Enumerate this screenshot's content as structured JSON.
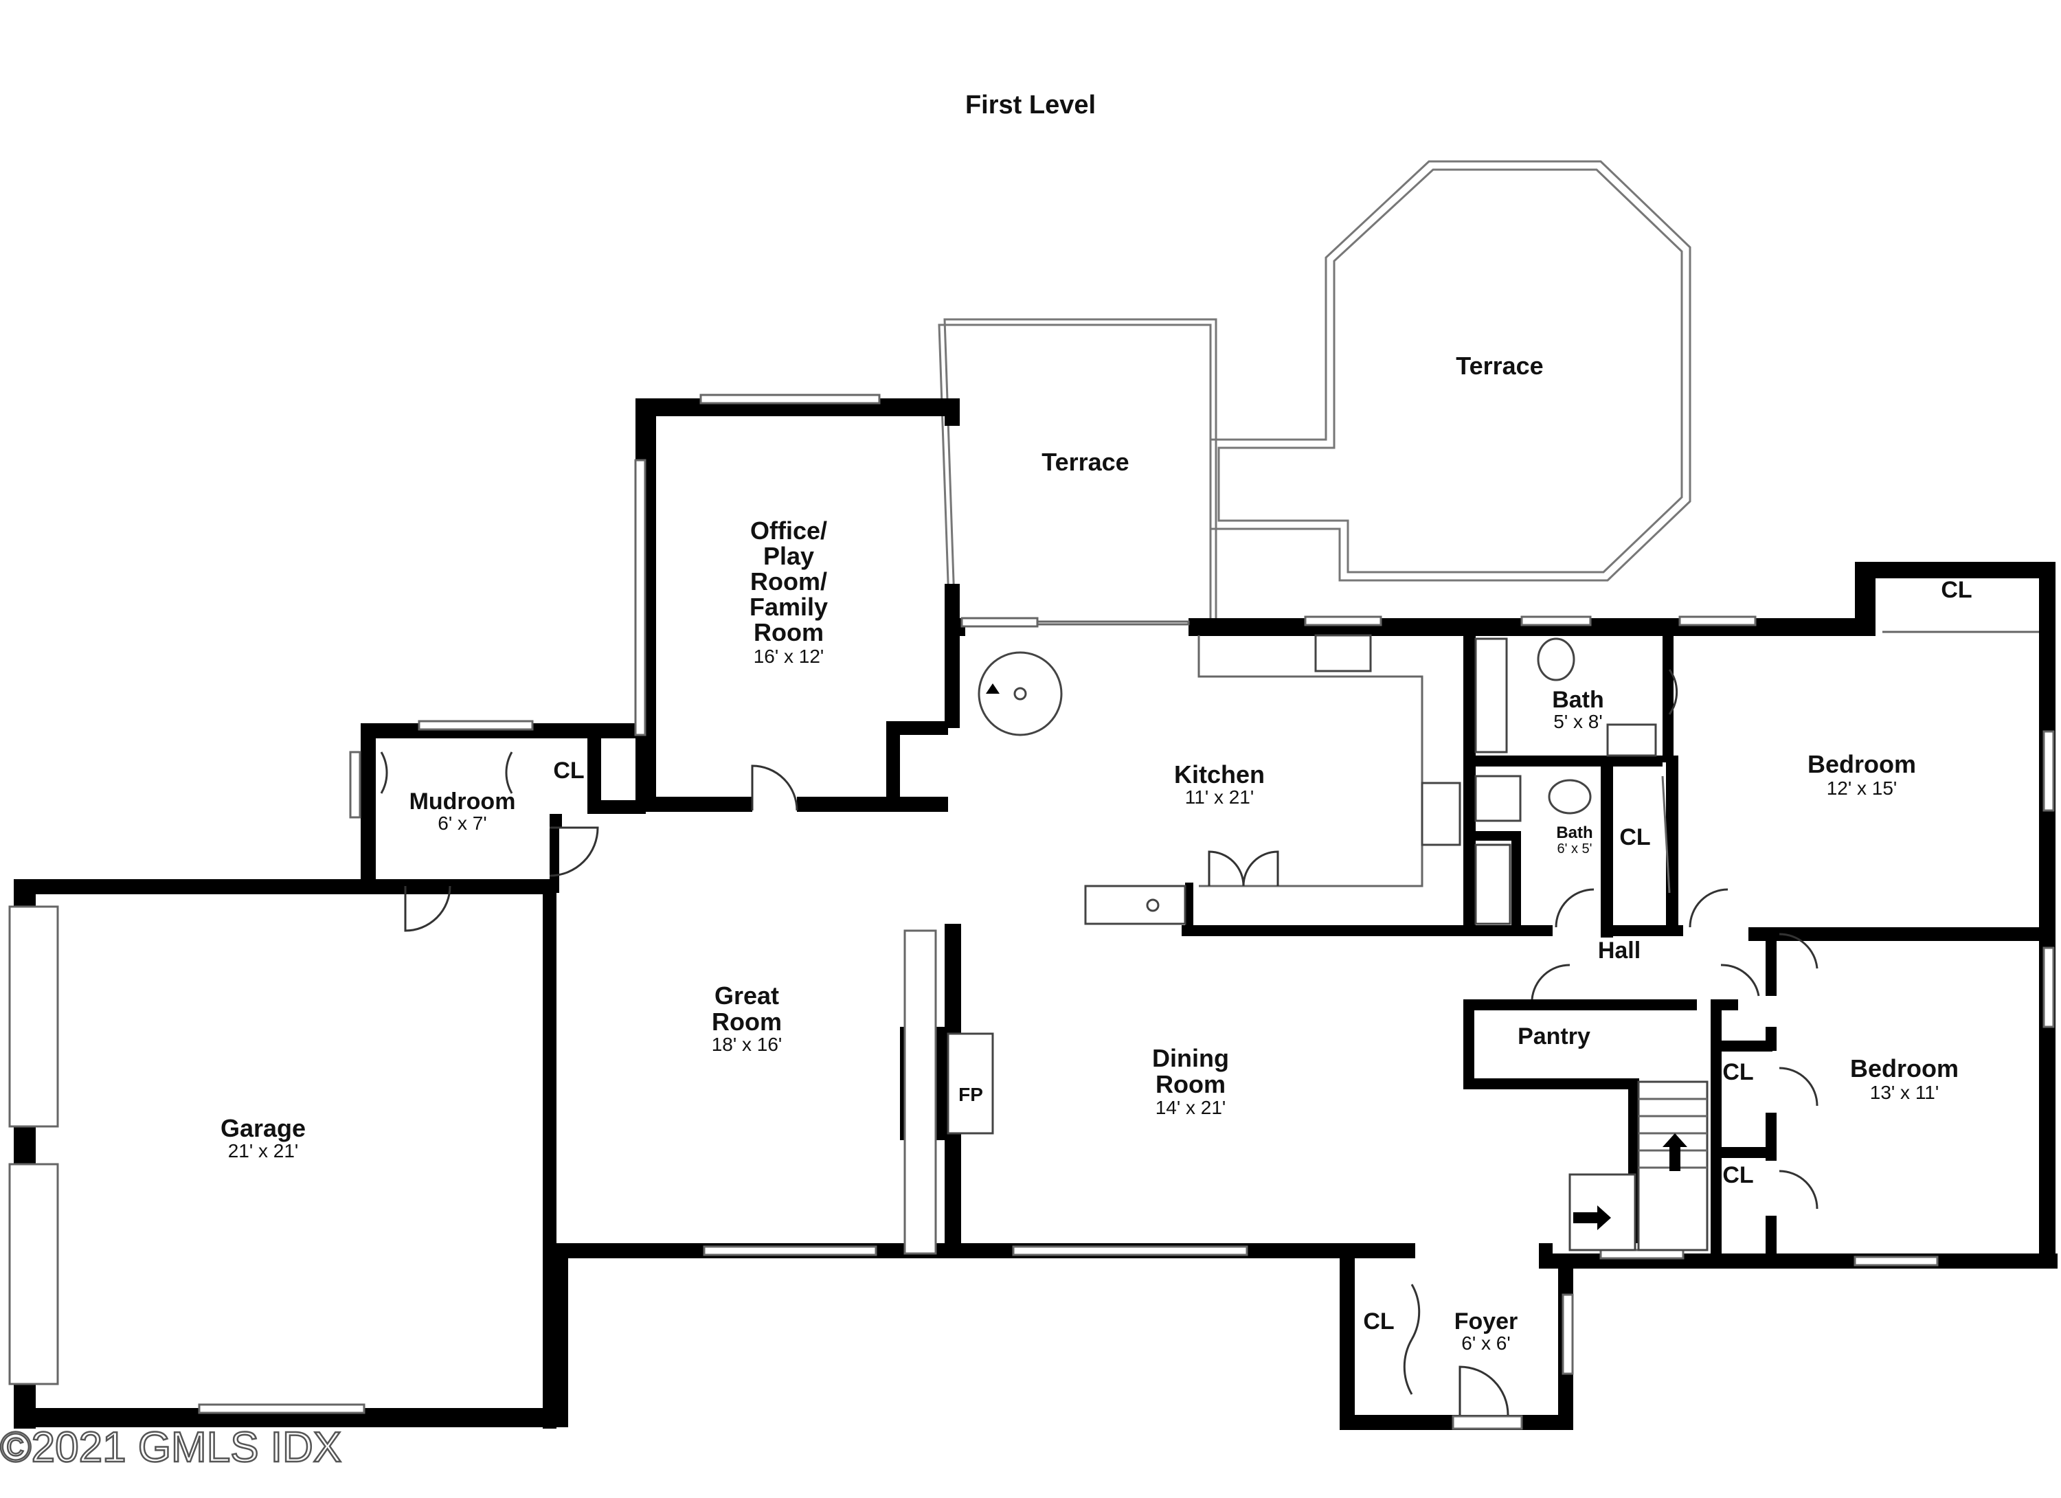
{
  "title": "First Level",
  "watermark": "©2021 GMLS IDX",
  "rooms": {
    "terrace_left": {
      "name": "Terrace"
    },
    "terrace_right": {
      "name": "Terrace"
    },
    "office": {
      "name_lines": [
        "Office/",
        "Play",
        "Room/",
        "Family",
        "Room"
      ],
      "size": "16' x 12'"
    },
    "mudroom": {
      "name": "Mudroom",
      "size": "6' x 7'"
    },
    "mudroom_closet": {
      "name": "CL"
    },
    "kitchen": {
      "name": "Kitchen",
      "size": "11' x 21'"
    },
    "bath_upper": {
      "name": "Bath",
      "size": "5' x 8'"
    },
    "bath_lower": {
      "name": "Bath",
      "size": "6' x 5'"
    },
    "hall_closet": {
      "name": "CL"
    },
    "bedroom_upper": {
      "name": "Bedroom",
      "size": "12' x 15'"
    },
    "bedroom_upper_closet": {
      "name": "CL"
    },
    "hall": {
      "name": "Hall"
    },
    "great_room": {
      "name_lines": [
        "Great",
        "Room"
      ],
      "size": "18' x 16'"
    },
    "garage": {
      "name": "Garage",
      "size": "21' x 21'"
    },
    "fireplace": {
      "name": "FP"
    },
    "dining_room": {
      "name_lines": [
        "Dining",
        "Room"
      ],
      "size": "14' x 21'"
    },
    "pantry": {
      "name": "Pantry"
    },
    "bedroom_lower": {
      "name": "Bedroom",
      "size": "13' x 11'"
    },
    "bedroom_lower_closet_1": {
      "name": "CL"
    },
    "bedroom_lower_closet_2": {
      "name": "CL"
    },
    "foyer": {
      "name": "Foyer",
      "size": "6' x 6'"
    },
    "foyer_closet": {
      "name": "CL"
    }
  }
}
